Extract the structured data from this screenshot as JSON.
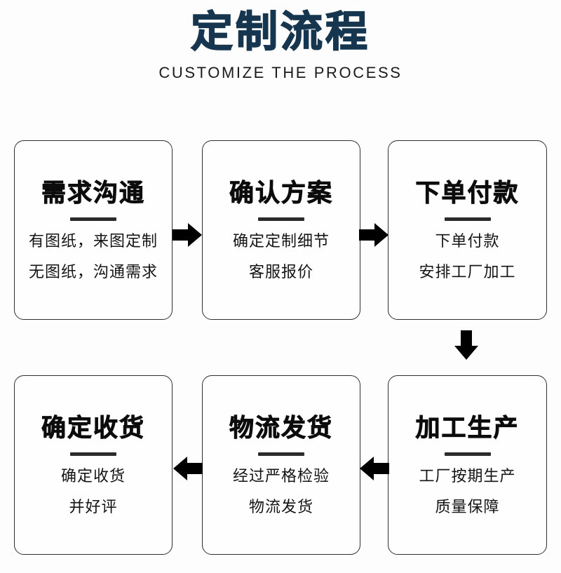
{
  "header": {
    "title": "定制流程",
    "subtitle": "CUSTOMIZE THE PROCESS",
    "title_color": "#16354f",
    "subtitle_color": "#1b1b1b"
  },
  "theme": {
    "page_background": "#fdfdfd",
    "card_background": "#fefefe",
    "card_border": "#2f2f2f",
    "rule_color": "#2b2b2b",
    "arrow_color": "#000000",
    "text_color": "#141414"
  },
  "flow": {
    "steps": [
      {
        "index": 1,
        "title": "需求沟通",
        "lines": [
          "有图纸，来图定制",
          "无图纸，沟通需求"
        ]
      },
      {
        "index": 2,
        "title": "确认方案",
        "lines": [
          "确定定制细节",
          "客服报价"
        ]
      },
      {
        "index": 3,
        "title": "下单付款",
        "lines": [
          "下单付款",
          "安排工厂加工"
        ]
      },
      {
        "index": 4,
        "title": "加工生产",
        "lines": [
          "工厂按期生产",
          "质量保障"
        ]
      },
      {
        "index": 5,
        "title": "物流发货",
        "lines": [
          "经过严格检验",
          "物流发货"
        ]
      },
      {
        "index": 6,
        "title": "确定收货",
        "lines": [
          "确定收货",
          "并好评"
        ]
      }
    ],
    "connectors": [
      {
        "name": "arrow-step1-to-step2",
        "direction": "right"
      },
      {
        "name": "arrow-step2-to-step3",
        "direction": "right"
      },
      {
        "name": "arrow-step3-to-step4",
        "direction": "down"
      },
      {
        "name": "arrow-step4-to-step5",
        "direction": "left"
      },
      {
        "name": "arrow-step5-to-step6",
        "direction": "left"
      }
    ]
  }
}
